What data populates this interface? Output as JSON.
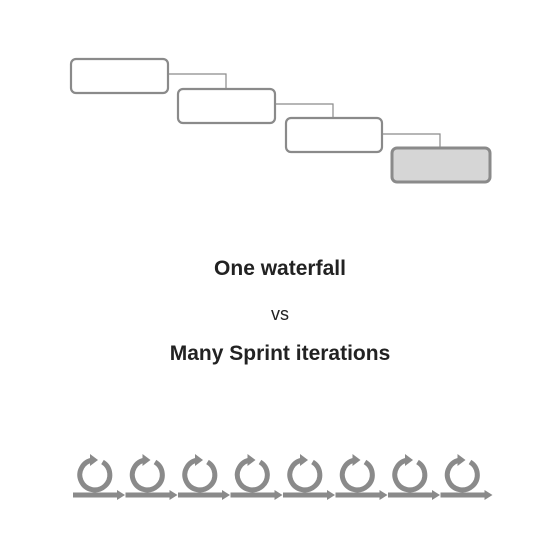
{
  "waterfall": {
    "stage_count": 4,
    "highlighted_stage": 4
  },
  "comparison": {
    "headline": "One waterfall",
    "connector": "vs",
    "subheadline": "Many Sprint iterations"
  },
  "sprints": {
    "iteration_count": 8
  },
  "colors": {
    "stroke": "#8a8a8a",
    "highlight_fill": "#d6d6d6",
    "text": "#222222"
  }
}
